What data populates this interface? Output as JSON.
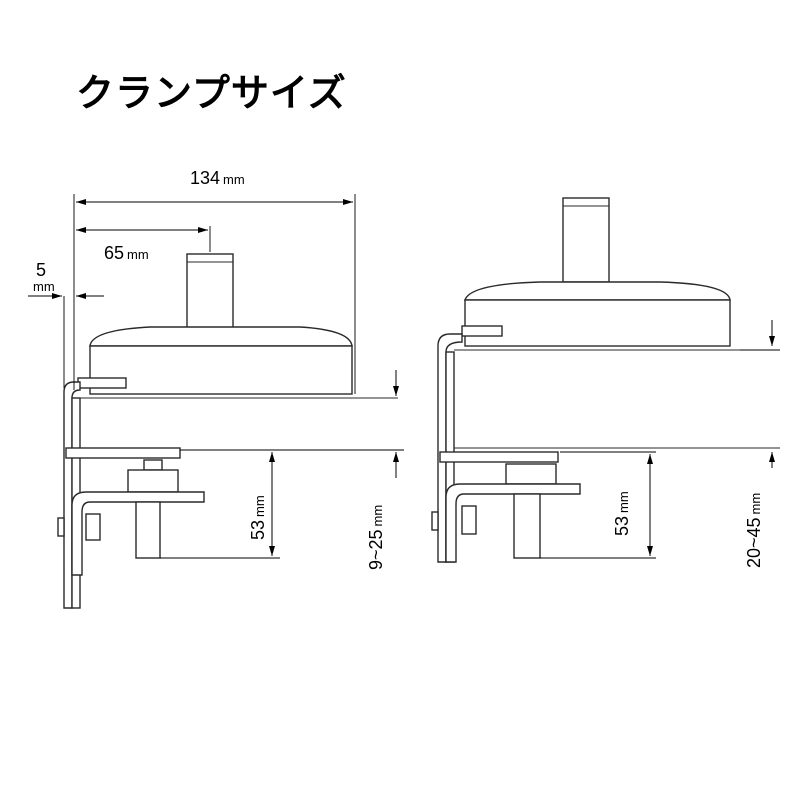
{
  "title": "クランプサイズ",
  "unit": "mm",
  "dimensions": {
    "overall_width": "134",
    "pole_offset": "65",
    "edge_offset": "5",
    "left_clamp_depth": "53",
    "left_thickness_range": "9~25",
    "right_clamp_depth": "53",
    "right_thickness_range": "20~45"
  }
}
